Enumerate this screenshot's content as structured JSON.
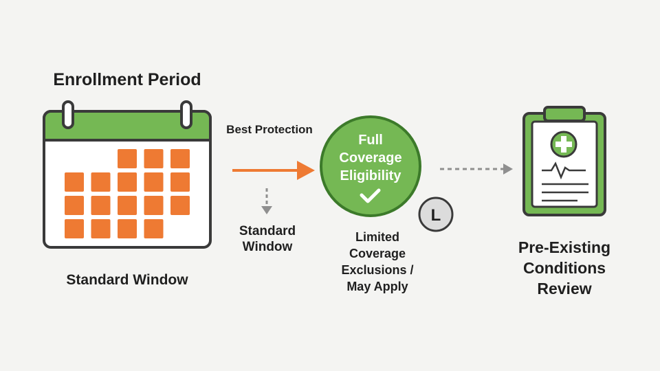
{
  "calendar": {
    "title": "Enrollment Period",
    "caption": "Standard Window"
  },
  "arrow_main": {
    "label": "Best Protection"
  },
  "arrow_down": {
    "label_line1": "Standard",
    "label_line2": "Window"
  },
  "circle": {
    "line1": "Full",
    "line2": "Coverage",
    "line3": "Eligibility",
    "badge": "L"
  },
  "limited": {
    "line1": "Limited",
    "line2": "Coverage",
    "line3": "Exclusions /",
    "line4": "May Apply"
  },
  "clipboard": {
    "line1": "Pre-Existing",
    "line2": "Conditions",
    "line3": "Review"
  },
  "colors": {
    "green": "#75b854",
    "green_dark": "#3c7a2a",
    "orange": "#ee7a33",
    "gray": "#8f8f8f"
  }
}
